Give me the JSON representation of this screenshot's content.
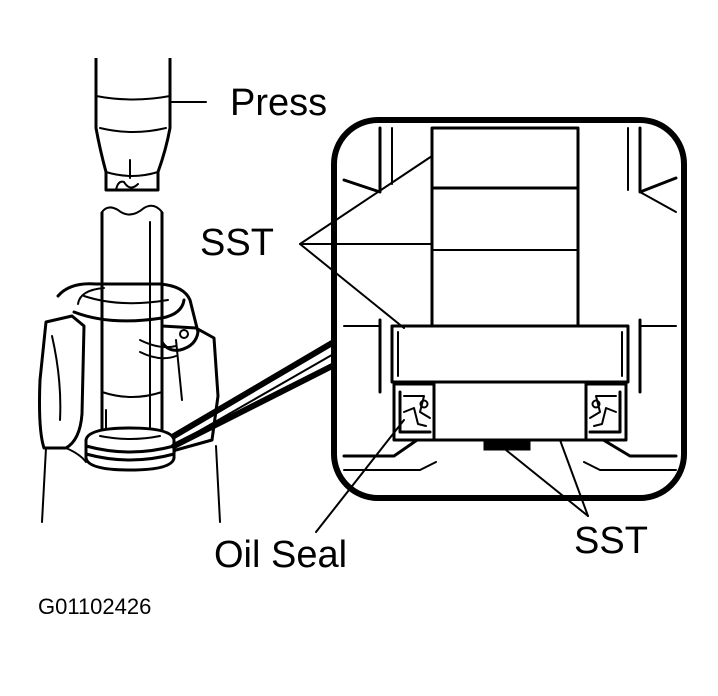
{
  "labels": {
    "press": "Press",
    "sst_top": "SST",
    "oil_seal": "Oil Seal",
    "sst_bottom": "SST",
    "figure_code": "G01102426"
  }
}
